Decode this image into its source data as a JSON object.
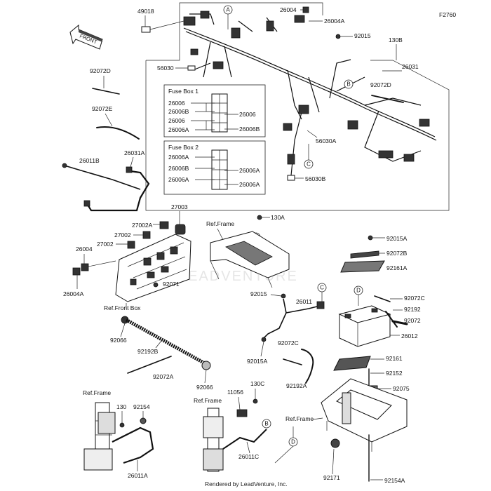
{
  "figure_code": "F2760",
  "front_label": "FRONT",
  "watermark": "LEADVENTURE",
  "footer": "Rendered by LeadVenture, Inc.",
  "fuse_box_1": {
    "title": "Fuse Box 1",
    "left": [
      "26006",
      "26006B",
      "26006",
      "26006A"
    ],
    "right": [
      "26006",
      "26006B"
    ]
  },
  "fuse_box_2": {
    "title": "Fuse Box 2",
    "left": [
      "26006A",
      "26006B",
      "26006A"
    ],
    "right": [
      "26006A",
      "26006A"
    ]
  },
  "callouts": {
    "A": "A",
    "B": "B",
    "C": "C",
    "D": "D"
  },
  "part_labels": {
    "p49018": "49018",
    "p26004_top": "26004",
    "p26004A_top": "26004A",
    "p92015_top": "92015",
    "p130B": "130B",
    "p26031": "26031",
    "p92072D_r": "92072D",
    "p56030": "56030",
    "p92072D_l": "92072D",
    "p92072E": "92072E",
    "p26011B": "26011B",
    "p26031A": "26031A",
    "p56030A": "56030A",
    "p56030B": "56030B",
    "p27003": "27003",
    "p27002A": "27002A",
    "p27002a": "27002",
    "p27002b": "27002",
    "p26004_l": "26004",
    "p26004A_l": "26004A",
    "p92071": "92071",
    "ref_front_box": "Ref.Front Box",
    "ref_frame_mid": "Ref.Frame",
    "p130A": "130A",
    "p92015A_top": "92015A",
    "p92072B": "92072B",
    "p92161A": "92161A",
    "p92015_mid": "92015",
    "p26011": "26011",
    "p92072C_r": "92072C",
    "p92192": "92192",
    "p92072": "92072",
    "p26012": "26012",
    "p92015A_mid": "92015A",
    "p92072C_l": "92072C",
    "p92161": "92161",
    "p92192A": "92192A",
    "p92152": "92152",
    "p92075": "92075",
    "p92066_l": "92066",
    "p92192B": "92192B",
    "p92072A": "92072A",
    "p92066_r": "92066",
    "ref_frame_bl": "Ref.Frame",
    "p130": "130",
    "p92154": "92154",
    "p26011A": "26011A",
    "ref_frame_bm": "Ref.Frame",
    "p11056": "11056",
    "p130C": "130C",
    "p26011C": "26011C",
    "ref_frame_br": "Ref.Frame",
    "p92171": "92171",
    "p92154A": "92154A"
  }
}
